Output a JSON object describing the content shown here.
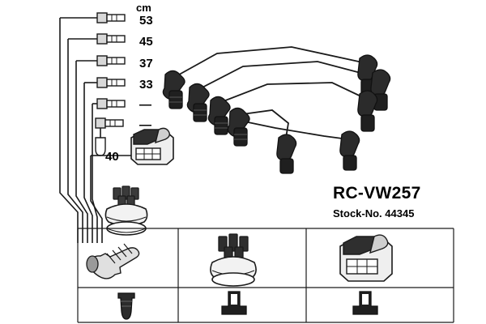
{
  "header": {
    "unit_label": "cm"
  },
  "lengths": [
    {
      "value": "53"
    },
    {
      "value": "45"
    },
    {
      "value": "37"
    },
    {
      "value": "33"
    },
    {
      "value": "—"
    },
    {
      "value": "—"
    }
  ],
  "coil_label": "40",
  "product": {
    "part_number": "RC-VW257",
    "stock_label": "Stock-No. 44345"
  },
  "legend": {
    "cells": [
      {
        "top_icon": "spark-plug-connector",
        "bottom_icon": "spark-plug-boot-straight"
      },
      {
        "top_icon": "distributor-cap",
        "bottom_icon": "distributor-terminal-boot"
      },
      {
        "top_icon": "ignition-coil",
        "bottom_icon": "coil-terminal-boot"
      }
    ]
  },
  "colors": {
    "line": "#1a1a1a",
    "fill_dark": "#2b2b2b",
    "fill_light": "#e8e8e8",
    "text": "#000000"
  }
}
